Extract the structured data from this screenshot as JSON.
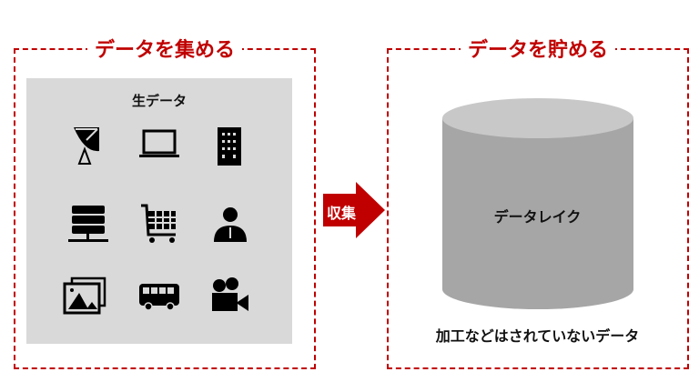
{
  "collect_box": {
    "title": "データを集める",
    "panel_label": "生データ",
    "icons": [
      "satellite-dish-icon",
      "laptop-icon",
      "building-icon",
      "server-icon",
      "shopping-cart-icon",
      "businessperson-icon",
      "photos-icon",
      "bus-icon",
      "video-camera-icon"
    ]
  },
  "arrow": {
    "label": "収集"
  },
  "store_box": {
    "title": "データを貯める",
    "cylinder_label": "データレイク",
    "note": "加工などはされていないデータ"
  },
  "colors": {
    "accent": "#c00000",
    "panel": "#d9d9d9",
    "cylinder_top": "#c8c8c8",
    "cylinder_body": "#a6a6a6"
  }
}
